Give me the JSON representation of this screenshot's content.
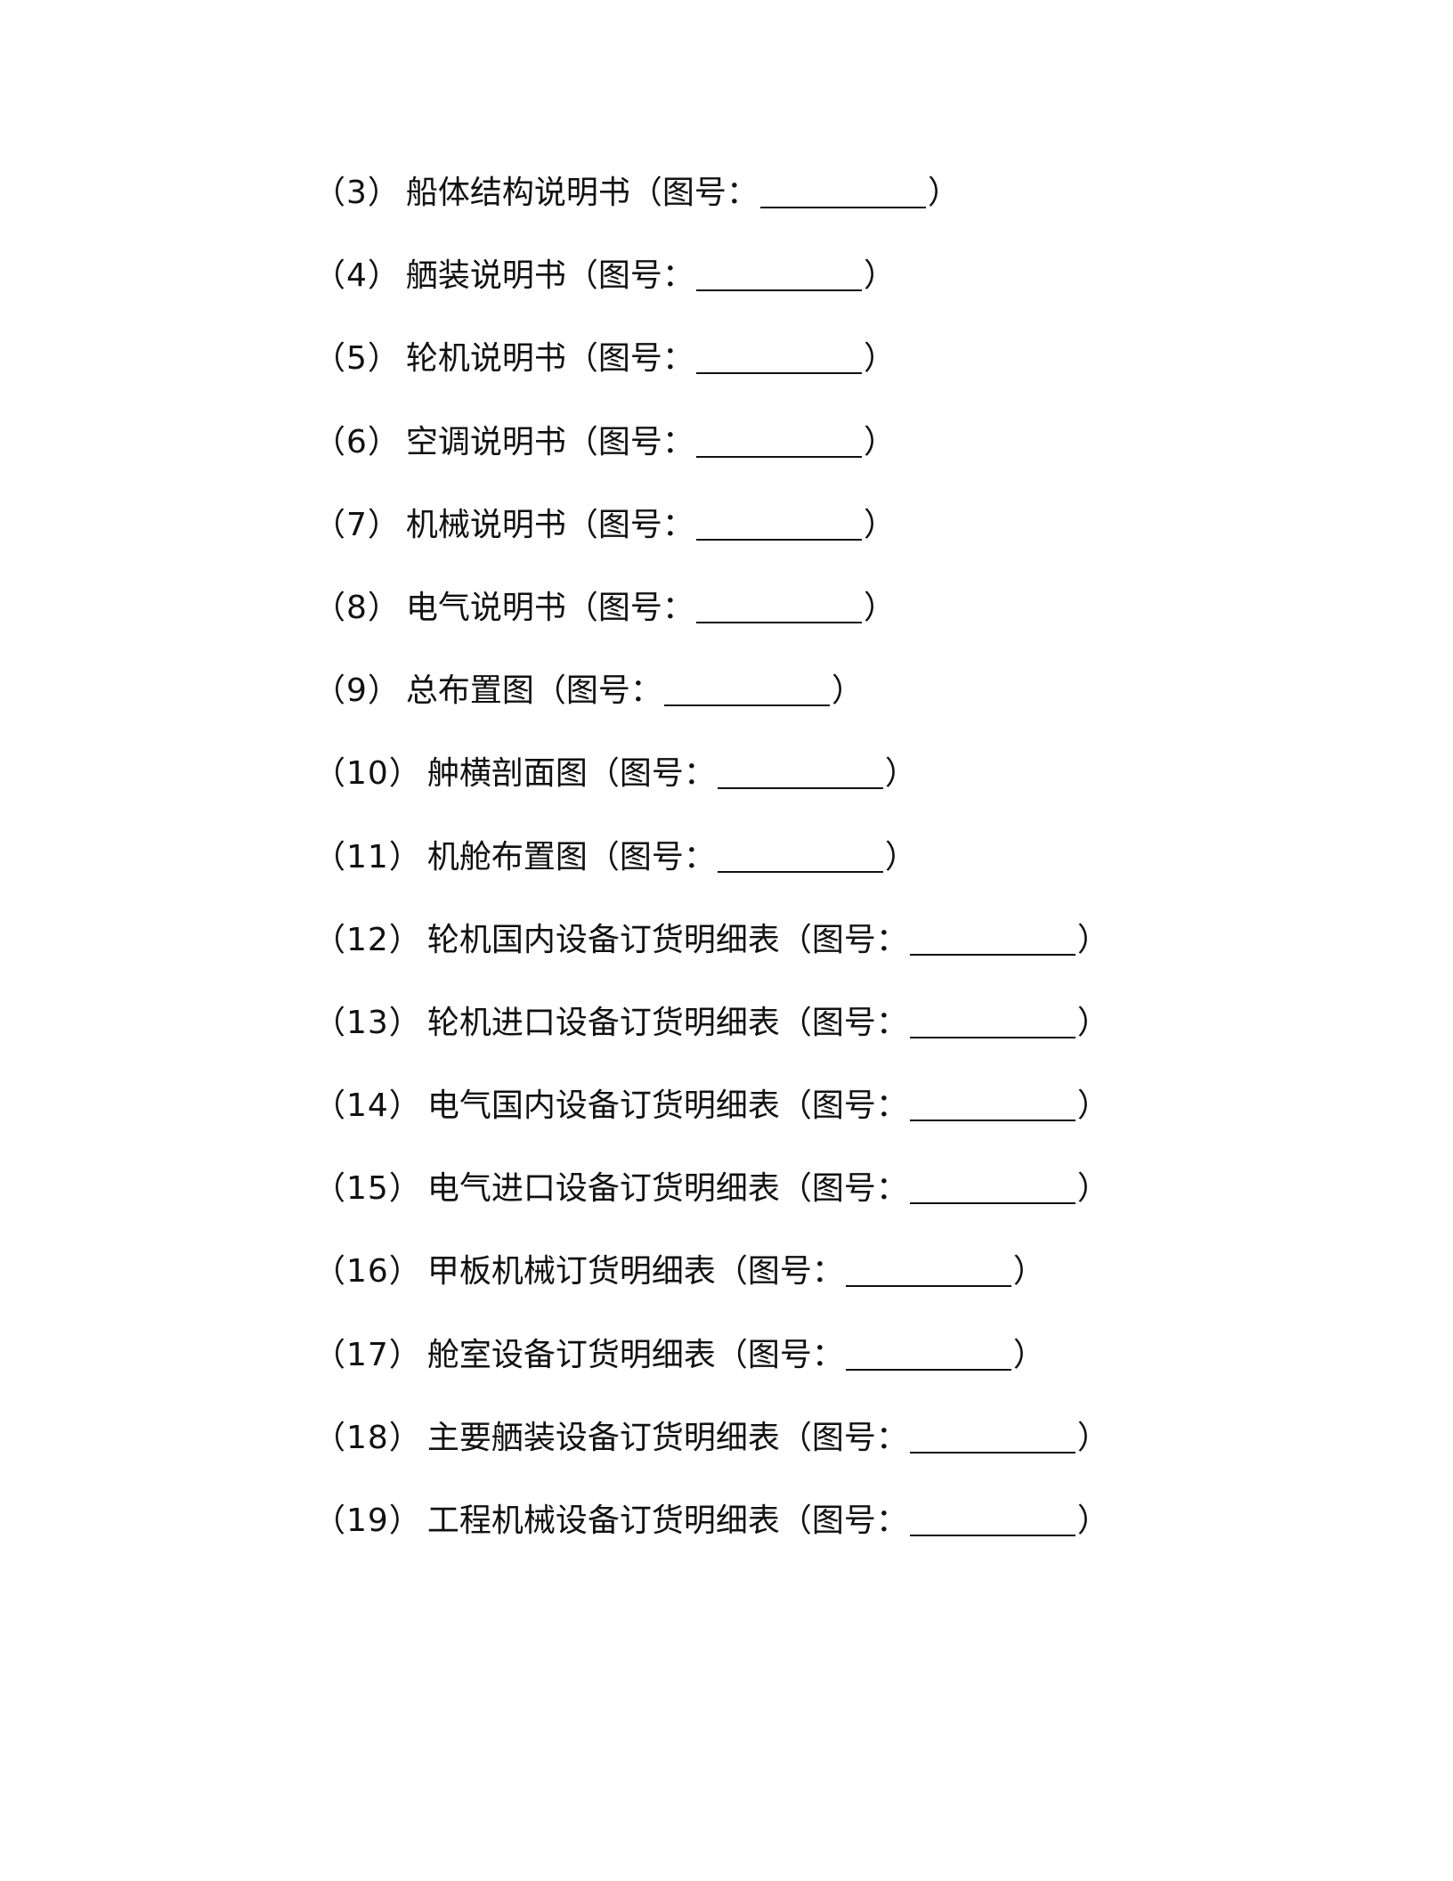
{
  "items": [
    {
      "num": "（3）",
      "name": "船体结构说明书",
      "ref_open": "（图号：",
      "ref_close": "）"
    },
    {
      "num": "（4）",
      "name": "舾装说明书",
      "ref_open": "（图号：",
      "ref_close": "）"
    },
    {
      "num": "（5）",
      "name": "轮机说明书",
      "ref_open": "（图号：",
      "ref_close": "）"
    },
    {
      "num": "（6）",
      "name": "空调说明书",
      "ref_open": "（图号：",
      "ref_close": "）"
    },
    {
      "num": "（7）",
      "name": "机械说明书",
      "ref_open": "（图号：",
      "ref_close": "）"
    },
    {
      "num": "（8）",
      "name": "电气说明书",
      "ref_open": "（图号：",
      "ref_close": "）"
    },
    {
      "num": "（9）",
      "name": "总布置图",
      "ref_open": "（图号：",
      "ref_close": "）"
    },
    {
      "num": "（10）",
      "name": "舯横剖面图",
      "ref_open": "（图号：",
      "ref_close": "）"
    },
    {
      "num": "（11）",
      "name": "机舱布置图",
      "ref_open": "（图号：",
      "ref_close": "）"
    },
    {
      "num": "（12）",
      "name": "轮机国内设备订货明细表",
      "ref_open": "（图号：",
      "ref_close": "）"
    },
    {
      "num": "（13）",
      "name": "轮机进口设备订货明细表",
      "ref_open": "（图号：",
      "ref_close": "）"
    },
    {
      "num": "（14）",
      "name": "电气国内设备订货明细表",
      "ref_open": "（图号：",
      "ref_close": "）"
    },
    {
      "num": "（15）",
      "name": "电气进口设备订货明细表",
      "ref_open": "（图号：",
      "ref_close": "）"
    },
    {
      "num": "（16）",
      "name": "甲板机械订货明细表",
      "ref_open": "（图号：",
      "ref_close": "）"
    },
    {
      "num": "（17）",
      "name": "舱室设备订货明细表",
      "ref_open": "（图号：",
      "ref_close": "）"
    },
    {
      "num": "（18）",
      "name": "主要舾装设备订货明细表",
      "ref_open": "（图号：",
      "ref_close": "）"
    },
    {
      "num": "（19）",
      "name": "工程机械设备订货明细表",
      "ref_open": "（图号：",
      "ref_close": "）"
    }
  ]
}
